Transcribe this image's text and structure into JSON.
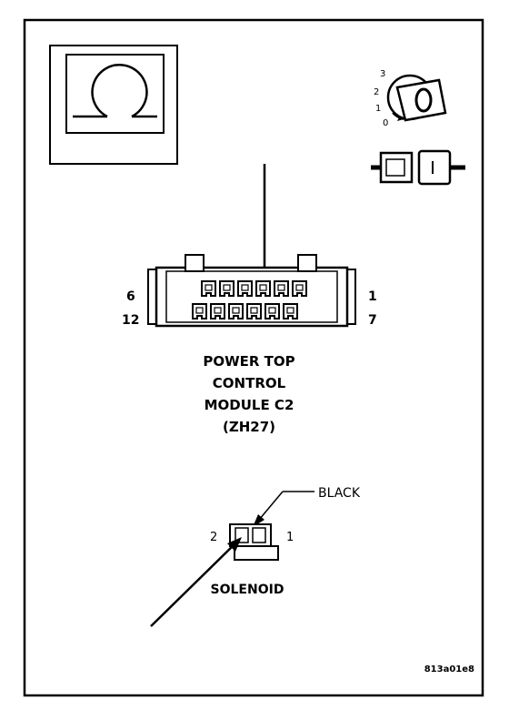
{
  "connector": {
    "title_lines": [
      "POWER TOP",
      "CONTROL",
      "MODULE C2",
      "(ZH27)"
    ],
    "pin_top_left": "6",
    "pin_bottom_left": "12",
    "pin_top_right": "1",
    "pin_bottom_right": "7"
  },
  "ignition": {
    "positions": [
      "3",
      "2",
      "1",
      "0"
    ]
  },
  "solenoid": {
    "label": "SOLENOID",
    "pin_left": "2",
    "pin_right": "1",
    "wire_color": "BLACK"
  },
  "figure_id": "813a01e8",
  "icons": {
    "ohmmeter": "ohm-symbol-icon",
    "ignition": "ignition-key-icon",
    "connector_plug": "disconnected-connector-icon"
  }
}
